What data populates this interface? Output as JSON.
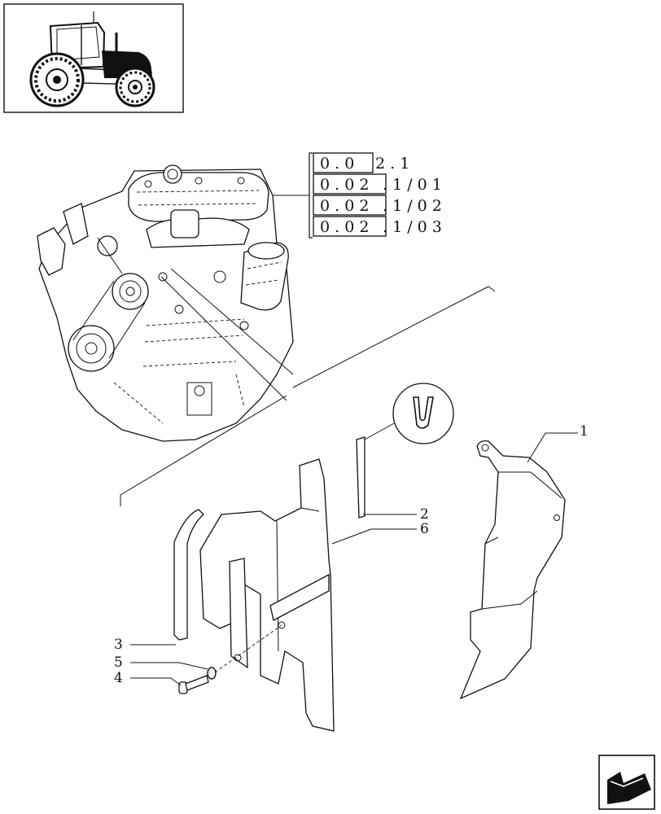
{
  "thumbnail": {
    "icon": "tractor-icon"
  },
  "references": [
    {
      "boxed": "0 . 0",
      "rest": "2 . 1"
    },
    {
      "boxed": "0 . 0 2",
      "rest": ". 1 / 0 1"
    },
    {
      "boxed": "0 . 0 2",
      "rest": ". 1 / 0 2"
    },
    {
      "boxed": "0 . 0 2",
      "rest": ". 1 / 0 3"
    }
  ],
  "callouts": {
    "c1": "1",
    "c2": "2",
    "c3": "3",
    "c4": "4",
    "c5": "5",
    "c6": "6"
  },
  "nav": {
    "icon": "next-page-arrow-icon"
  }
}
